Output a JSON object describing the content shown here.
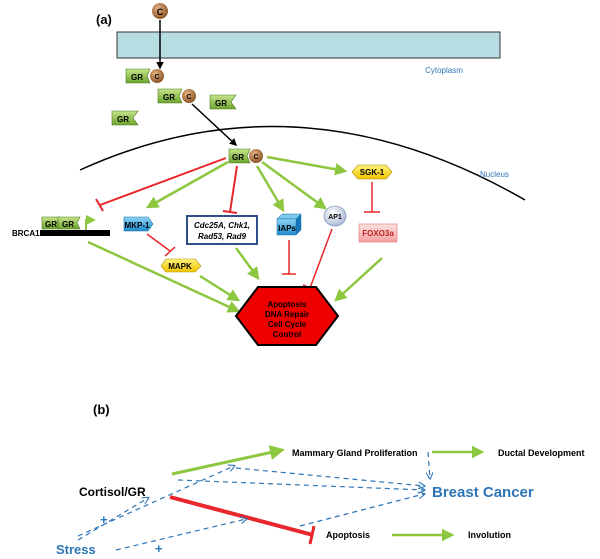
{
  "panel_a": {
    "label": "(a)",
    "cytoplasm": "Cytoplasm",
    "nucleus": "Nucleus",
    "cortisol": "C",
    "gr": "GR",
    "brca1": "BRCA1",
    "mkp1": "MKP-1",
    "mapk": "MAPK",
    "cell_cycle_genes": [
      "Cdc25A, Chk1,",
      "Rad53, Rad9"
    ],
    "iaps": "IAPs",
    "ap1": "AP1",
    "sgk1": "SGK-1",
    "foxo3a": "FOXO3a",
    "outcome": [
      "Apoptosis",
      "DNA Repair",
      "Cell Cycle",
      "Control"
    ]
  },
  "panel_b": {
    "label": "(b)",
    "cortisol_gr": "Cortisol/GR",
    "stress": "Stress",
    "plus": "+",
    "mammary": "Mammary Gland Proliferation",
    "ductal": "Ductal Development",
    "breast_cancer": "Breast Cancer",
    "apoptosis": "Apoptosis",
    "involution": "Involution"
  },
  "colors": {
    "activate": "#8dc63f",
    "inhibit": "#e8262b",
    "blue_text": "#2e75b6",
    "cytoplasm_fill": "#b7dde3",
    "outcome_fill": "#ee0000"
  }
}
